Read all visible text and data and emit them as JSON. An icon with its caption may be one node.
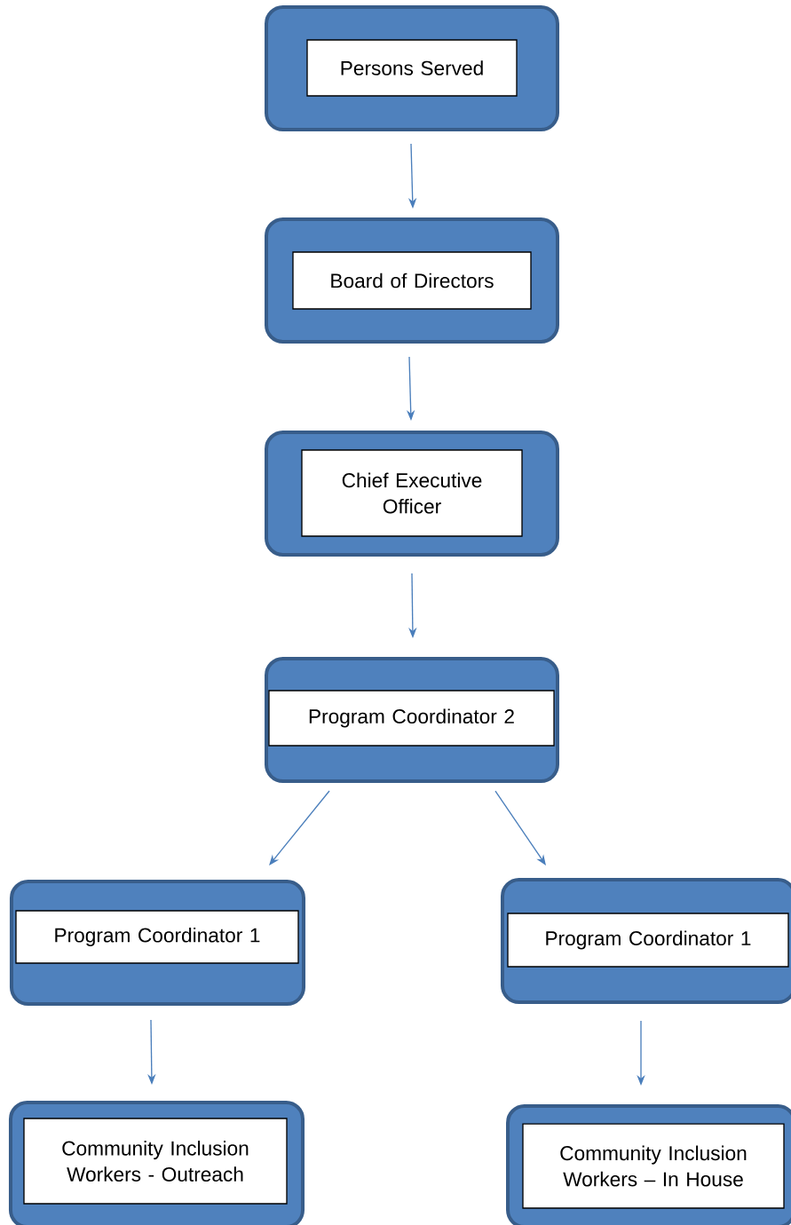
{
  "diagram": {
    "nodes": [
      {
        "text": [],
        "shape": "box"
      },
      {
        "text": [
          "Persons Served"
        ],
        "in": 0
      },
      {
        "text": [],
        "shape": "box"
      },
      {
        "text": [
          "Board of Directors"
        ],
        "in": 2
      },
      {
        "text": [],
        "shape": "box"
      },
      {
        "text": [
          "Chief Executive Officer"
        ],
        "in": 4
      },
      {
        "text": [],
        "shape": "box"
      },
      {
        "text": [
          "Program Coordinator 2"
        ],
        "in": 6
      },
      {
        "text": [],
        "shape": "box"
      },
      {
        "text": [
          "Program Coordinator 1"
        ],
        "in": 8
      },
      {
        "text": [],
        "shape": "box"
      },
      {
        "text": [
          "Program Coordinator 1"
        ],
        "in": 10
      },
      {
        "text": [],
        "shape": "box"
      },
      {
        "text": [
          "Community Inclusion Workers - Outreach"
        ],
        "in": 12
      },
      {
        "text": [],
        "shape": "box"
      },
      {
        "text": [
          "Community Inclusion Workers – In House"
        ],
        "in": 14
      }
    ],
    "edges": [
      {
        "from": 0,
        "to": 2,
        "arrow": "to"
      },
      {
        "from": 2,
        "to": 4,
        "arrow": "to"
      },
      {
        "from": 4,
        "to": 6,
        "arrow": "to"
      },
      {
        "from": 6,
        "to": 8,
        "arrow": "to"
      },
      {
        "from": 6,
        "to": 10,
        "arrow": "to"
      },
      {
        "from": 8,
        "to": 12,
        "arrow": "to"
      },
      {
        "from": 10,
        "to": 14,
        "arrow": "to"
      }
    ]
  }
}
